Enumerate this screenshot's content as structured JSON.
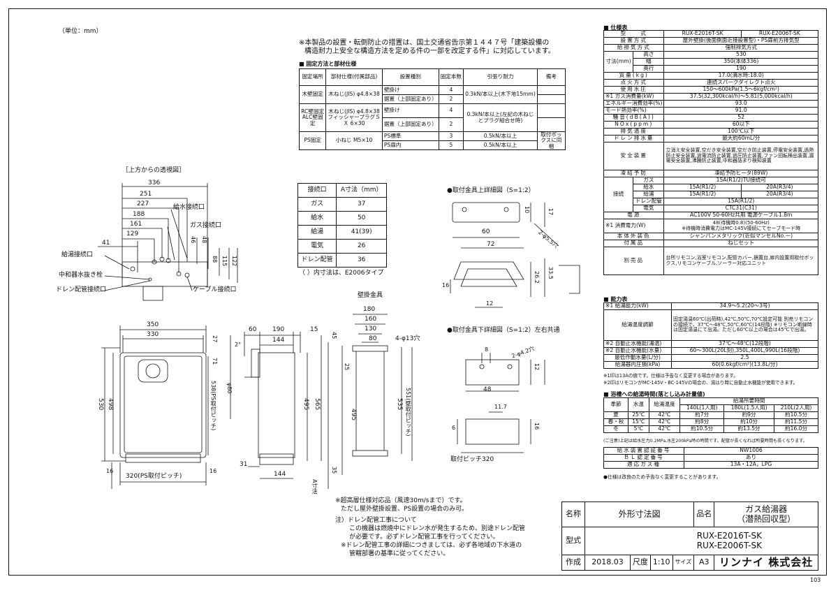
{
  "header": {
    "unit": "（単位：mm）"
  },
  "notice": {
    "lines": [
      "※本製品の設置・転倒防止の措置は、国土交通省告示第１４４７号「建築設備の",
      "構造耐力上安全な構造方法を定める件の一部を改定する件」に対応しています。"
    ]
  },
  "fixing": {
    "title": "■ 固定方法と部材仕様",
    "headers": [
      "固定場所",
      "部材仕様(付属部品)",
      "設置種別",
      "固定本数",
      "引張り耐力",
      "備考"
    ],
    "rows": [
      [
        "木壁固定",
        "木ねじ(JIS) φ4.8×38",
        "壁掛け",
        "4",
        "0.3kN/本以上(木下地15mm)",
        ""
      ],
      [
        "",
        "",
        "据置（上部固定あり）",
        "2",
        "",
        ""
      ],
      [
        "RC壁固定 ALC壁固定",
        "木ねじ(JIS) φ4.8×38 フィッシャープラグＳＸ 6×30",
        "壁掛け",
        "4",
        "0.3kN/本以上(左記の木ねじとプラグ組合せ時)",
        ""
      ],
      [
        "",
        "",
        "据置（上部固定あり）",
        "2",
        "",
        ""
      ],
      [
        "PS固定",
        "小ねじ M5×10",
        "PS標準",
        "3",
        "0.5kN/本以上",
        "取付ボックスに同梱"
      ],
      [
        "",
        "",
        "PS扉内",
        "5",
        "0.5kN/本以上",
        ""
      ]
    ]
  },
  "connections": {
    "headers": [
      "接続口",
      "A寸法（mm）"
    ],
    "rows": [
      [
        "ガス",
        "37"
      ],
      [
        "給水",
        "50"
      ],
      [
        "給湯",
        "41(39)"
      ],
      [
        "電気",
        "26"
      ],
      [
        "ドレン配管",
        "36"
      ]
    ],
    "note": "（ ）内寸法は、E2006タイプ"
  },
  "top_view": {
    "title": "［上方からの透視図］",
    "dims": [
      "336",
      "251",
      "227",
      "188",
      "161",
      "129",
      "41",
      "46",
      "48",
      "88",
      "115",
      "122"
    ],
    "labels": [
      "給水接続口",
      "ガス接続口",
      "給湯接続口",
      "中和器水抜き栓",
      "ドレン配管接続口",
      "ケーブル接続口"
    ]
  },
  "bracket_top": {
    "title": "●取付金具上詳細図（S=1:2）",
    "dims": [
      "60",
      "10",
      "17",
      "72",
      "2-φ5.5穴",
      "26.2",
      "33.5",
      "16",
      "12"
    ]
  },
  "bracket_bottom": {
    "title": "●取付金具下詳細図（S=1:2）左右共通",
    "dims": [
      "8",
      "2-φ4.2穴",
      "12",
      "48",
      "11.7",
      "6",
      "16",
      "取付ピッチ320"
    ]
  },
  "wall_bracket": {
    "title": "壁掛金具",
    "dims": [
      "180",
      "160",
      "130",
      "80",
      "4-φ13穴",
      "25",
      "495",
      "535",
      "551(壁取付ピッチ)"
    ]
  },
  "front_view": {
    "dims": [
      "350",
      "330",
      "530",
      "498",
      "538(PS取付ピッチ)",
      "16",
      "320(PS取付ピッチ)",
      "16"
    ]
  },
  "side_view": {
    "dims": [
      "60",
      "190",
      "15",
      "144",
      "2°",
      "27",
      "71",
      "φ80",
      "565",
      "495",
      "45",
      "35",
      "31",
      "144",
      "A寸法"
    ]
  },
  "notes_bottom": [
    "※超高層仕様対応品（風速30m/sまで）です。",
    "ただし屋外壁掛設置、PS設置の場合のみ可。",
    "注）ドレン配管工事について",
    "この機器は燃焼中にドレン水が発生するため、別途ドレン配管",
    "が必要です。必ずドレン配管工事を行ってください。",
    "※ドレン配管工事の詳細につきましては、必ず各地域の下水道の",
    "管轄部署の基準に従ってください。"
  ],
  "spec": {
    "title": "■ 仕様表",
    "rows": [
      [
        "型",
        "式",
        "RUX-E2016T-SK",
        "RUX-E2006T-SK"
      ],
      [
        "設置方式",
        "屋外壁掛(後面側面近接設置型)・PS扉前方排気型"
      ],
      [
        "給排気方式",
        "強制排気方式"
      ],
      [
        "寸法(mm)",
        "高さ",
        "530"
      ],
      [
        "",
        "幅",
        "350(本体336)"
      ],
      [
        "",
        "奥行",
        "190"
      ],
      [
        "質量(kg)",
        "17.0(満水時:18.0)"
      ],
      [
        "点火方式",
        "連続スパークダイレクト点火"
      ],
      [
        "使用水圧",
        "150～600kPa(1.5～6kgf/cm²)"
      ],
      [
        "※1 ガス消費量(kW)",
        "37.5(32,300kcal/h)～5.81(5,000kcal/h)"
      ],
      [
        "エネルギー消費効率(%)",
        "93.0"
      ],
      [
        "モード熱効率(%)",
        "91.0"
      ],
      [
        "騒音(dB(A))",
        "52"
      ],
      [
        "NOx(ppm)",
        "60以下"
      ],
      [
        "排気温度",
        "100℃以下"
      ],
      [
        "ドレン排水量",
        "最大約60mL/分"
      ],
      [
        "安全装置",
        "立消え安全装置,空だき安全装置,空だき防止装置,停電安全装置,過熱防止安全装置,過電流防止装置,過圧防止装置,ファン回転検出装置,漏電安全装置,沸騰防止装置,中和器詰まり検知装置"
      ],
      [
        "凍結予防",
        "凍結予防ヒータ(89W)"
      ],
      [
        "接続",
        "ガス",
        "15A(R1/2)TU接続可"
      ],
      [
        "",
        "給水",
        "15A(R1/2)",
        "20A(R3/4)"
      ],
      [
        "",
        "給湯",
        "15A(R1/2)",
        "20A(R3/4)"
      ],
      [
        "",
        "ドレン配管",
        "15A(R1/2)"
      ],
      [
        "",
        "電気",
        "CTC31(C31)"
      ],
      [
        "電源",
        "AC100V 50-60Hz共用 電源ケーブル1.8m"
      ],
      [
        "※1 消費電力(W)",
        "48(待機時0.8)(50-60Hz)",
        "※待機時消費電力はMC-145V接続にてセーブモード時"
      ],
      [
        "本体外装色",
        "シャンパンメタリック(近似マンセルNo.ー)"
      ],
      [
        "付属品",
        "ねじセット"
      ],
      [
        "別売品",
        "台所リモコン,浴室リモコン,配管カバー,据置台,扉内設置用取付ボックス,リモコンケーブル,ソーラー対応ユニット"
      ]
    ]
  },
  "capacity": {
    "title": "■ 能力表",
    "rows": [
      [
        "※1 給湯能力(kW)",
        "34.9～5.2(20～3号)"
      ],
      [
        "給湯温度調節",
        "固定湯温60℃(出荷時),42℃,50℃,70℃設定可能 別売リモコンの接続で、37℃～48℃,50℃,60℃(14段階) ※リモコン断線時は固定湯温にて出湯。ただし60℃以上の場合は45℃で出湯。"
      ],
      [
        "※2 自動止水機能(湯温)",
        "37℃～48℃(12段階)"
      ],
      [
        "※2 自動止水機能(水量)",
        "60～300L(20L刻),350L,400L,990L(16段階)"
      ],
      [
        "最低作動水量(L/分)",
        "2.5"
      ],
      [
        "給湯器内圧損(kPa)",
        "60(0.6kgf/cm²)(13.8L/分)"
      ]
    ],
    "notes": [
      "※1印は13Aの値です。仕様は予告なく変更する場合があります。",
      "※2印はリモコンがMC-145V・BC-145Vの場合の、湯はり時に自動止水機能が使用できます。"
    ]
  },
  "bath": {
    "title": "■ 浴槽への給湯時間(落とし込み計量値)",
    "headers": [
      "季節",
      "水温",
      "給湯温度",
      "給湯所要時間"
    ],
    "sub": [
      "140L(1人用)",
      "180L(1.5人用)",
      "210L(2人用)"
    ],
    "rows": [
      [
        "夏",
        "25℃",
        "42℃",
        "約7分",
        "約9分",
        "約10.5分"
      ],
      [
        "春・秋",
        "15℃",
        "42℃",
        "約8分",
        "約10分",
        "約11.5分"
      ],
      [
        "冬",
        "5℃",
        "42℃",
        "約10.5分",
        "約13.5分",
        "約16.0分"
      ]
    ],
    "note": "(ご注意)上記は給水圧力0.2MPa,水圧200kPa時の時間です。配管が長くなれば所要時間も長くなります。"
  },
  "cert": {
    "rows": [
      [
        "給水装置認証番号",
        "NW1006"
      ],
      [
        "ＢＬ認定番号",
        "あり"
      ],
      [
        "適応ガス種",
        "13A・12A，LPG"
      ]
    ],
    "note": "●仕様は改良のため予告なく変更することがあります。"
  },
  "title_block": {
    "name_label": "名称",
    "name_value": "外形寸法図",
    "product_label": "品名",
    "product_value_1": "ガス給湯器",
    "product_value_2": "（潜熱回収型）",
    "model_label": "型式",
    "model_1": "RUX-E2016T-SK",
    "model_2": "RUX-E2006T-SK",
    "made_label": "作成",
    "made_value": "2018.03",
    "scale_label": "尺度",
    "scale_value": "1:10",
    "size_label": "サイズ",
    "size_value": "A3",
    "company": "リンナイ 株式会社",
    "page": "103"
  }
}
